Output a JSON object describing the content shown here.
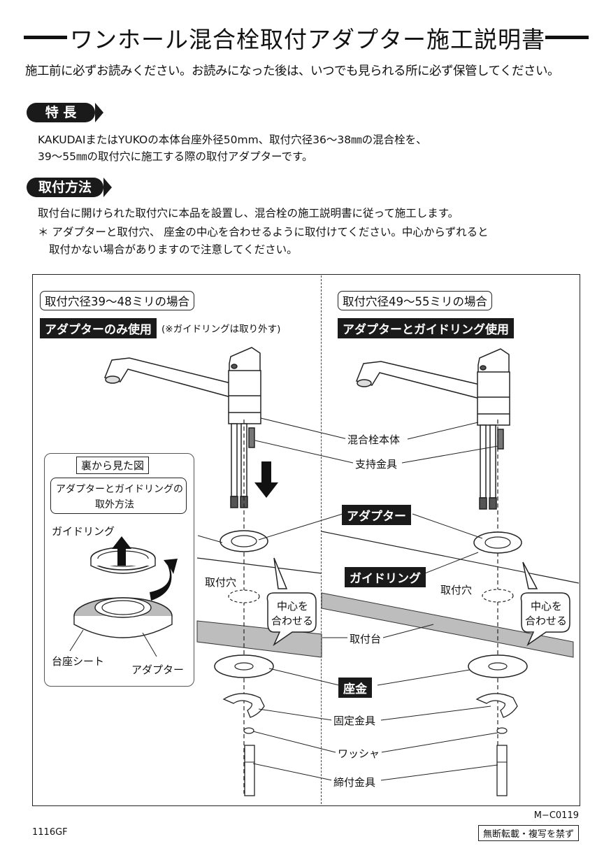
{
  "header": {
    "title": "ワンホール混合栓取付アダプター施工説明書",
    "notice": "施工前に必ずお読みください。お読みになった後は、いつでも見られる所に必ず保管してください。"
  },
  "features": {
    "heading": "特 長",
    "line1": "KAKUDAIまたはYUKOの本体台座外径50mm、取付穴径36〜38㎜の混合栓を、",
    "line2": "39〜55㎜の取付穴に施工する際の取付アダプターです。"
  },
  "method": {
    "heading": "取付方法",
    "line1": "取付台に開けられた取付穴に本品を設置し、混合栓の施工説明書に従って施工します。",
    "line2": "＊ アダプターと取付穴、 座金の中心を合わせるように取付けてください。中心からずれると",
    "line3": "取付かない場合がありますので注意してください。"
  },
  "diagram": {
    "left_case": "取付穴径39〜48ミリの場合",
    "left_usage": "アダプターのみ使用",
    "left_note": "(※ガイドリングは取り外す)",
    "right_case": "取付穴径49〜55ミリの場合",
    "right_usage": "アダプターとガイドリング使用",
    "inset_title": "裏から見た図",
    "inset_sub1": "アダプターとガイドリングの",
    "inset_sub2": "取外方法",
    "inset_guide": "ガイドリング",
    "inset_seat": "台座シート",
    "inset_adapter": "アダプター",
    "hole_left": "取付穴",
    "hole_right": "取付穴",
    "center_left1": "中心を",
    "center_left2": "合わせる",
    "center_right1": "中心を",
    "center_right2": "合わせる",
    "parts": {
      "body": "混合栓本体",
      "support": "支持金具",
      "adapter": "アダプター",
      "guide": "ガイドリング",
      "base": "取付台",
      "washer_plate": "座金",
      "fixing": "固定金具",
      "washer": "ワッシャ",
      "fastener": "締付金具"
    }
  },
  "footer": {
    "code": "M−C0119",
    "left": "1116GF",
    "copyright": "無断転載・複写を禁ず"
  }
}
